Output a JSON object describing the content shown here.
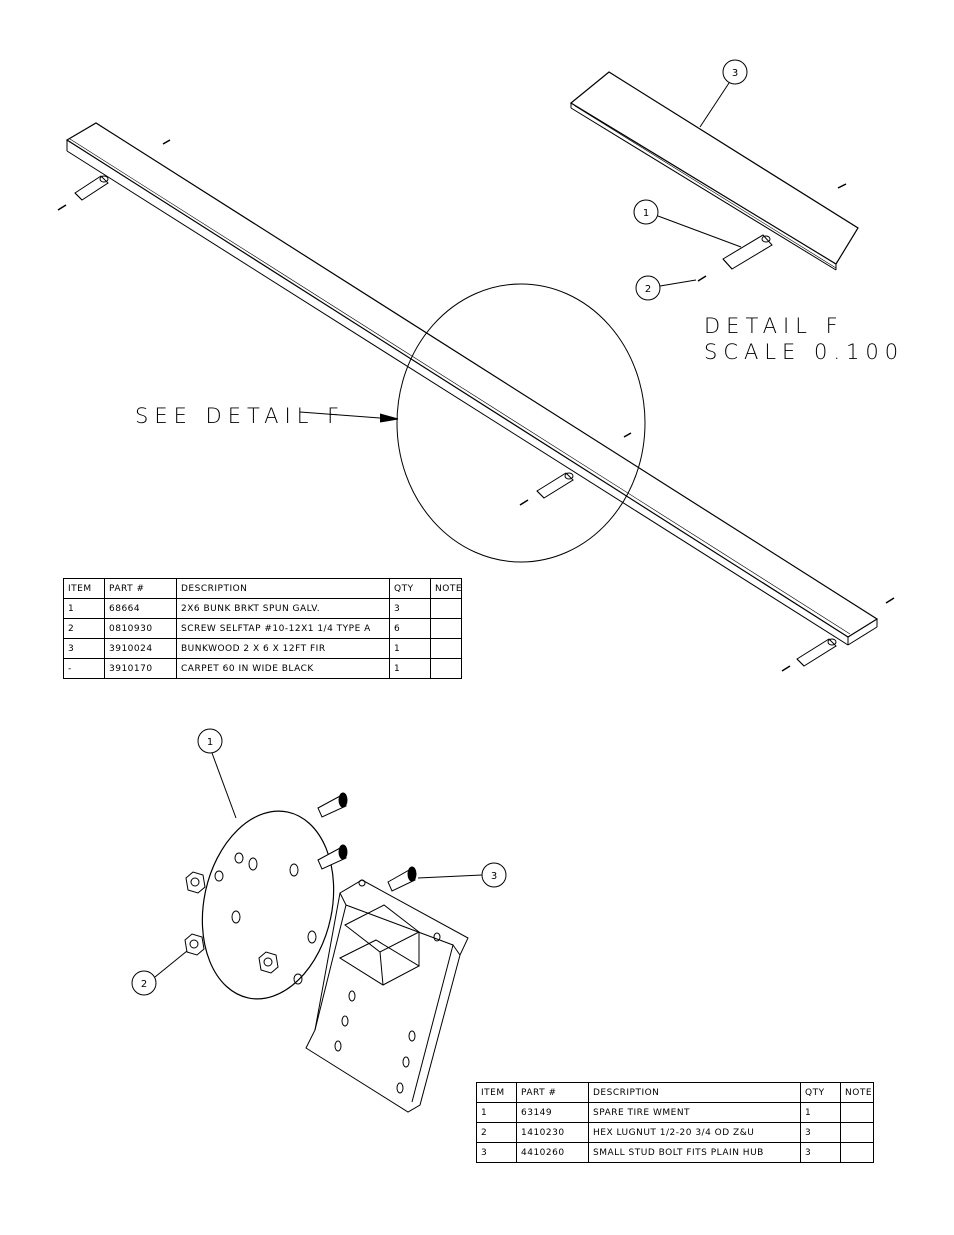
{
  "callouts": {
    "top_detail_item3": "3",
    "top_detail_item1": "1",
    "top_detail_item2": "2",
    "bottom_item1": "1",
    "bottom_item2": "2",
    "bottom_item3": "3"
  },
  "detail": {
    "line1": "DETAIL  F",
    "line2": "SCALE  0.100",
    "see_label": "SEE DETAIL  F"
  },
  "bom_top": {
    "headers": [
      "ITEM",
      "PART #",
      "DESCRIPTION",
      "QTY",
      "NOTE"
    ],
    "rows": [
      {
        "item": "1",
        "part": "68664",
        "desc": "2X6 BUNK BRKT SPUN GALV.",
        "qty": "3",
        "note": ""
      },
      {
        "item": "2",
        "part": "0810930",
        "desc": "SCREW SELFTAP #10-12X1 1/4 TYPE A",
        "qty": "6",
        "note": ""
      },
      {
        "item": "3",
        "part": "3910024",
        "desc": "BUNKWOOD   2 X 6 X 12FT FIR",
        "qty": "1",
        "note": ""
      },
      {
        "item": "-",
        "part": "3910170",
        "desc": "CARPET 60 IN WIDE BLACK",
        "qty": "1",
        "note": ""
      }
    ]
  },
  "bom_bottom": {
    "headers": [
      "ITEM",
      "PART #",
      "DESCRIPTION",
      "QTY",
      "NOTE"
    ],
    "rows": [
      {
        "item": "1",
        "part": "63149",
        "desc": "SPARE TIRE WMENT",
        "qty": "1",
        "note": ""
      },
      {
        "item": "2",
        "part": "1410230",
        "desc": "HEX LUGNUT 1/2-20 3/4 OD Z&U",
        "qty": "3",
        "note": ""
      },
      {
        "item": "3",
        "part": "4410260",
        "desc": "SMALL STUD BOLT FITS PLAIN HUB",
        "qty": "3",
        "note": ""
      }
    ]
  }
}
